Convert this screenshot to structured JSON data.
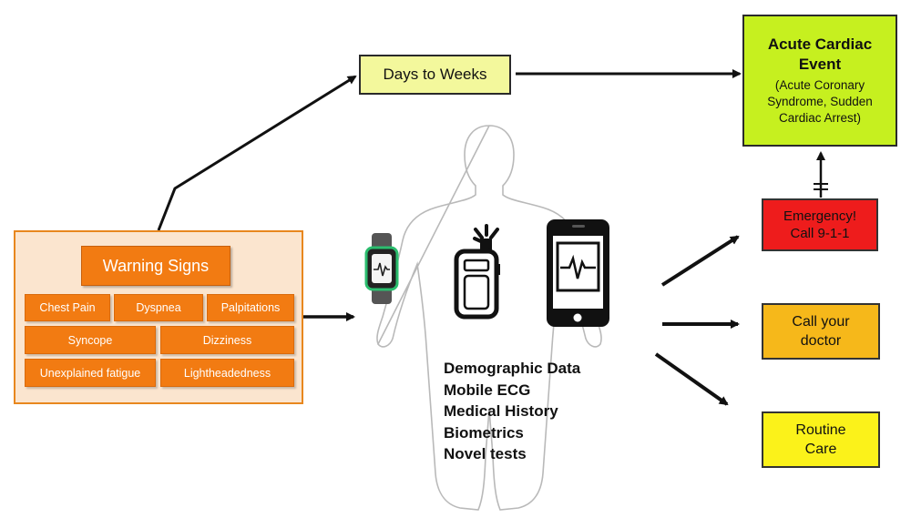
{
  "warning": {
    "title": "Warning Signs",
    "chips": [
      "Chest Pain",
      "Dyspnea",
      "Palpitations",
      "Syncope",
      "Dizziness",
      "Unexplained fatigue",
      "Lightheadedness"
    ]
  },
  "timeline": {
    "label": "Days to Weeks"
  },
  "acute_event": {
    "title_line1": "Acute Cardiac",
    "title_line2": "Event",
    "sub_line1": "(Acute Coronary",
    "sub_line2": "Syndrome, Sudden",
    "sub_line3": "Cardiac Arrest)"
  },
  "data_inputs": [
    "Demographic Data",
    "Mobile ECG",
    "Medical History",
    "Biometrics",
    "Novel tests"
  ],
  "outcomes": {
    "emergency_line1": "Emergency!",
    "emergency_line2": "Call 9-1-1",
    "doctor_line1": "Call your",
    "doctor_line2": "doctor",
    "routine_line1": "Routine",
    "routine_line2": "Care"
  },
  "colors": {
    "warning_panel": "#fbe5cf",
    "warning_chip": "#f27b12",
    "acute_event": "#c6f01f",
    "emergency": "#ee1c1c",
    "call_doctor": "#f6b81a",
    "routine_care": "#fbf21a",
    "days_box": "#f3f89c",
    "watch_accent": "#2bbd6e"
  },
  "icons": [
    "body-outline-icon",
    "smartwatch-ecg-icon",
    "handheld-ecg-device-icon",
    "smartphone-ecg-icon"
  ]
}
